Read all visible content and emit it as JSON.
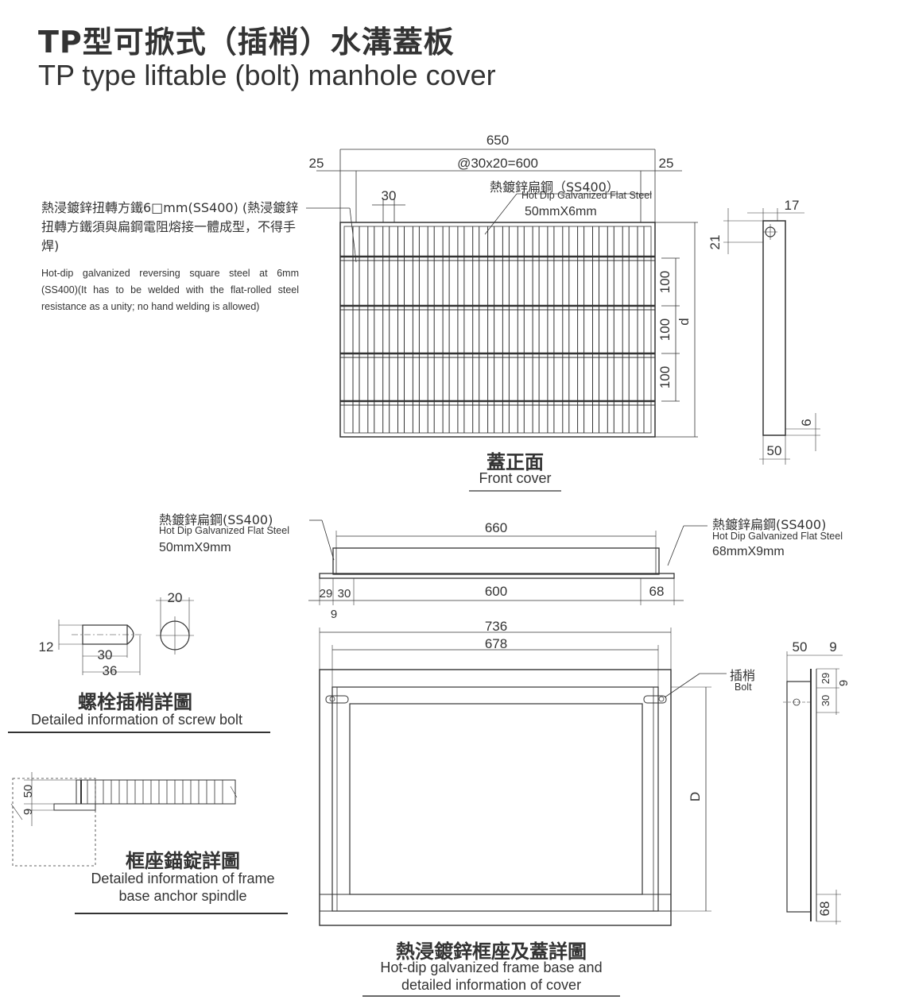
{
  "title": {
    "zh": "TP型可掀式（插梢）水溝蓋板",
    "en": "TP type liftable (bolt) manhole cover"
  },
  "note": {
    "zh": "熱浸鍍鋅扭轉方鐵6□mm(SS400) (熱浸鍍鋅扭轉方鐵須與扁鋼電阻熔接一體成型，不得手焊)",
    "en": "Hot-dip galvanized reversing square steel at 6mm (SS400)(It has to be welded with the flat-rolled steel resistance as a unity; no hand welding is allowed)"
  },
  "front_cover": {
    "caption_zh": "蓋正面",
    "caption_en": "Front cover",
    "flat_steel_zh": "熱鍍鋅扁鋼（SS400）",
    "flat_steel_en": "Hot Dip Galvanized Flat Steel",
    "flat_steel_size": "50mmX6mm",
    "dims": {
      "total": "650",
      "inner": "@30x20=600",
      "edge_left": "25",
      "edge_right": "25",
      "pitch": "30",
      "row1": "100",
      "row2": "100",
      "row3": "100",
      "d": "d",
      "side_top": "17",
      "side_h": "21",
      "side_bottom": "6",
      "side_width": "50"
    }
  },
  "cover_section": {
    "left_zh": "熱鍍鋅扁鋼(SS400)",
    "left_en": "Hot Dip Galvanized Flat Steel",
    "left_size": "50mmX9mm",
    "right_zh": "熱鍍鋅扁鋼(SS400)",
    "right_en": "Hot Dip Galvanized Flat Steel",
    "right_size": "68mmX9mm",
    "dims": {
      "top": "660",
      "a": "29",
      "b": "30",
      "mid": "600",
      "right": "68",
      "thick": "9"
    }
  },
  "bolt": {
    "caption_zh": "螺栓插梢詳圖",
    "caption_en": "Detailed information of screw bolt",
    "dims": {
      "dia": "20",
      "h": "12",
      "len1": "30",
      "len2": "36"
    }
  },
  "anchor": {
    "caption_zh": "框座錨錠詳圖",
    "caption_en1": "Detailed information of frame",
    "caption_en2": "base anchor spindle",
    "dims": {
      "a": "9",
      "b": "50"
    }
  },
  "frame": {
    "caption_zh": "熱浸鍍鋅框座及蓋詳圖",
    "caption_en1": "Hot-dip galvanized frame base and",
    "caption_en2": "detailed information of cover",
    "bolt_zh": "插梢",
    "bolt_en": "Bolt",
    "dims": {
      "outer": "736",
      "inner": "678",
      "D": "D",
      "side_w": "50",
      "side_t": "9",
      "s1": "29",
      "s2": "30",
      "s3": "9",
      "bottom": "68"
    }
  }
}
